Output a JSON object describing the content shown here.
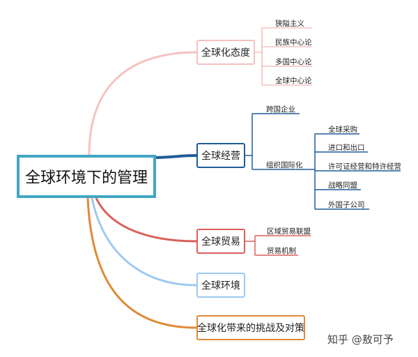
{
  "root": {
    "label": "全球环境下的管理"
  },
  "branches": [
    {
      "label": "全球化态度",
      "color": "#f4c2c0",
      "children": [
        "狭隘主义",
        "民族中心论",
        "多国中心论",
        "全球中心论"
      ]
    },
    {
      "label": "全球经营",
      "color": "#1f5c99",
      "children": [
        "跨国企业",
        "组织国际化"
      ],
      "sub_children": [
        "全球采购",
        "进口和出口",
        "许可证经营和特许经营",
        "战略同盟",
        "外国子公司"
      ]
    },
    {
      "label": "全球贸易",
      "color": "#d9605a",
      "children": [
        "区域贸易联盟",
        "贸易机制"
      ]
    },
    {
      "label": "全球环境",
      "color": "#9ec9ef"
    },
    {
      "label": "全球化带来的挑战及对策",
      "color": "#e08a35"
    }
  ],
  "watermark": "知乎 @敖可予"
}
